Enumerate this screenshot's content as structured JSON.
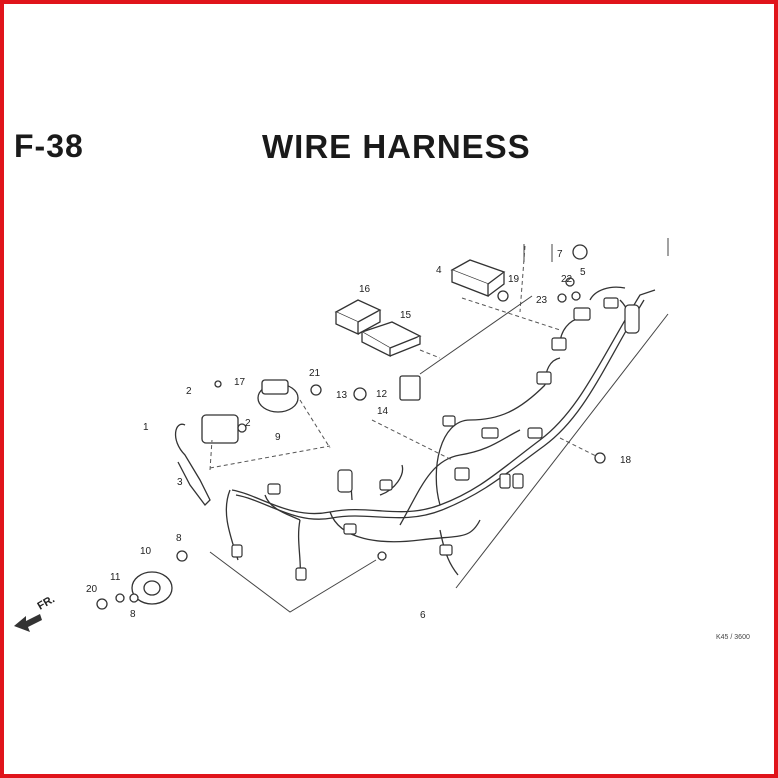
{
  "header": {
    "code": "F-38",
    "title": "WIRE HARNESS"
  },
  "callouts": [
    "1",
    "2",
    "2",
    "3",
    "4",
    "5",
    "6",
    "7",
    "8",
    "8",
    "9",
    "10",
    "11",
    "12",
    "13",
    "14",
    "15",
    "16",
    "17",
    "18",
    "19",
    "20",
    "21",
    "22",
    "23"
  ],
  "front_indicator": "FR.",
  "reference": "K45 / 3600",
  "colors": {
    "border": "#e0141b",
    "ink": "#1a1a1a"
  }
}
